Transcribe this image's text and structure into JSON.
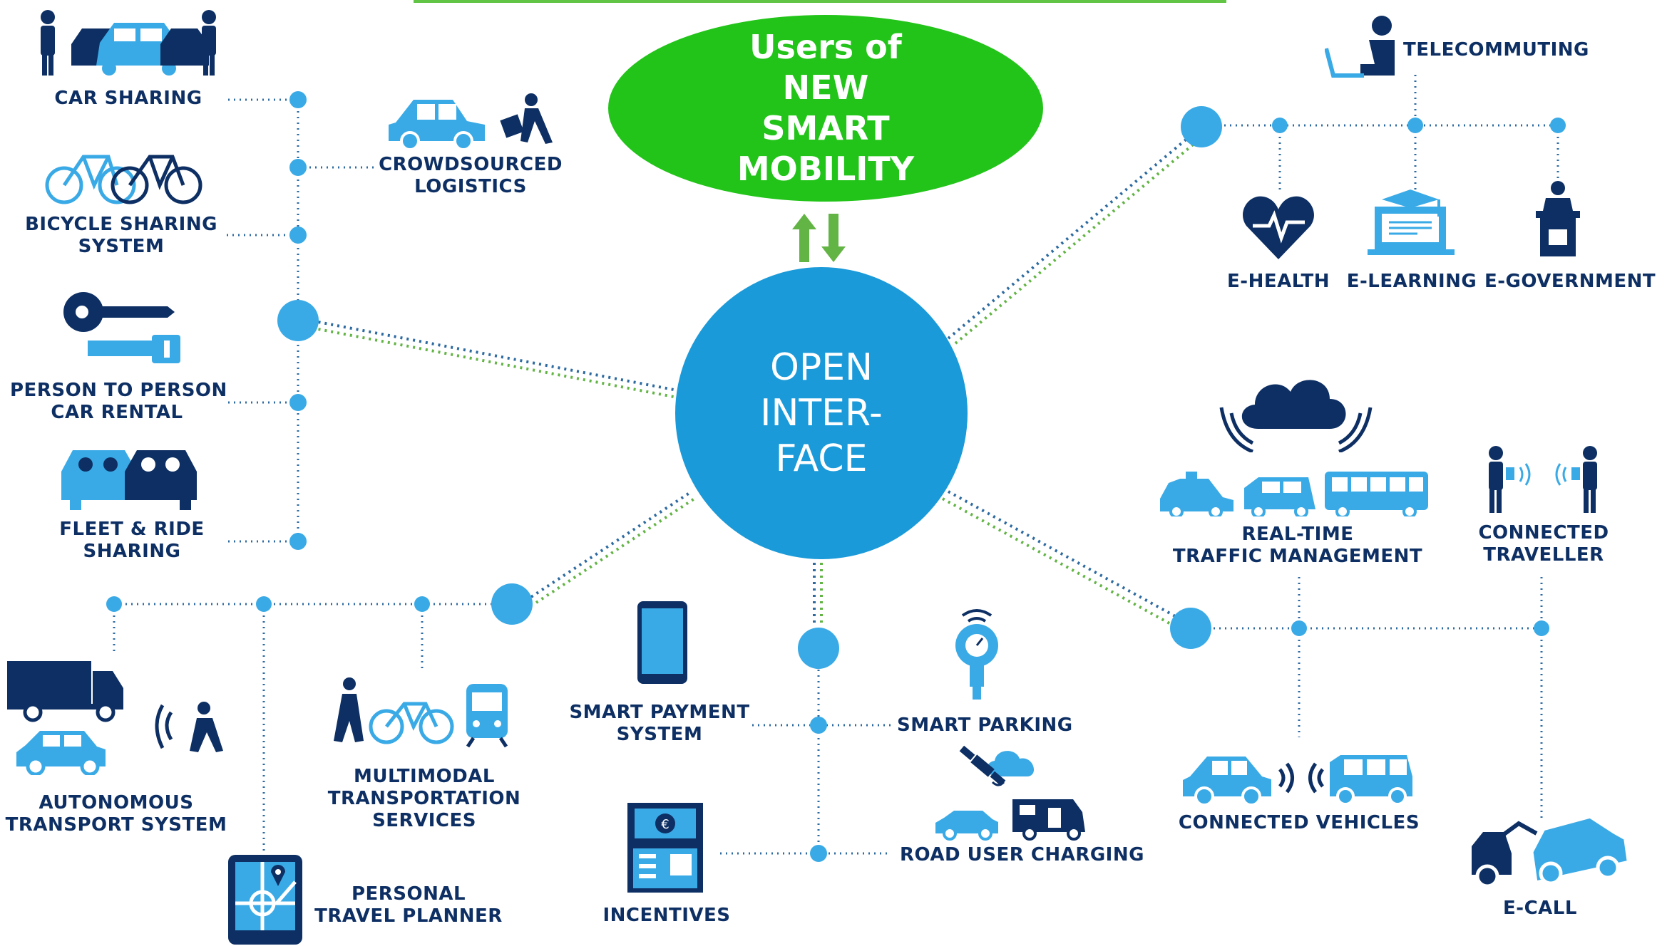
{
  "users_bubble": {
    "lines": [
      "Users of",
      "NEW",
      "SMART",
      "MOBILITY"
    ]
  },
  "hub": {
    "lines": [
      "OPEN",
      "INTER-",
      "FACE"
    ]
  },
  "labels": {
    "car_sharing": [
      "CAR SHARING"
    ],
    "crowdsourced_logistics": [
      "CROWDSOURCED",
      "LOGISTICS"
    ],
    "bicycle_sharing": [
      "BICYCLE SHARING",
      "SYSTEM"
    ],
    "p2p_car_rental": [
      "PERSON TO PERSON",
      "CAR RENTAL"
    ],
    "fleet_ride_sharing": [
      "FLEET & RIDE",
      "SHARING"
    ],
    "telecommuting": [
      "TELECOMMUTING"
    ],
    "e_health": [
      "E-HEALTH"
    ],
    "e_learning": [
      "E-LEARNING"
    ],
    "e_government": [
      "E-GOVERNMENT"
    ],
    "real_time_traffic": [
      "REAL-TIME",
      "TRAFFIC MANAGEMENT"
    ],
    "connected_traveller": [
      "CONNECTED",
      "TRAVELLER"
    ],
    "connected_vehicles": [
      "CONNECTED VEHICLES"
    ],
    "e_call": [
      "E-CALL"
    ],
    "smart_payment": [
      "SMART PAYMENT",
      "SYSTEM"
    ],
    "smart_parking": [
      "SMART PARKING"
    ],
    "road_user_charging": [
      "ROAD USER CHARGING"
    ],
    "incentives": [
      "INCENTIVES"
    ],
    "autonomous_transport": [
      "AUTONOMOUS",
      "TRANSPORT SYSTEM"
    ],
    "multimodal": [
      "MULTIMODAL",
      "TRANSPORTATION",
      "SERVICES"
    ],
    "personal_travel_planner": [
      "PERSONAL",
      "TRAVEL PLANNER"
    ]
  },
  "colors": {
    "navy": "#0d2f63",
    "light_blue": "#3aaae6",
    "hub_blue": "#1a9ad9",
    "green": "#22c419",
    "arrow_green": "#62b444",
    "dot_line": "#2c6aa0"
  }
}
